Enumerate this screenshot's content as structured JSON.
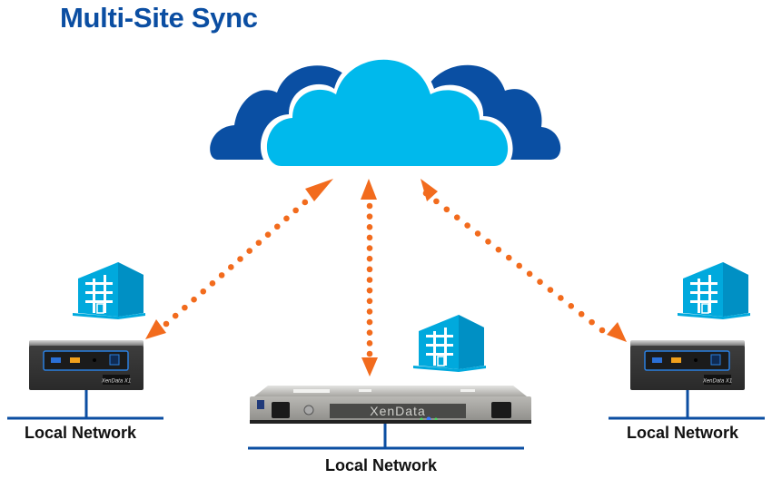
{
  "title": "Multi-Site Sync",
  "colors": {
    "title": "#0b4ea2",
    "cloud_back": "#0a4fa3",
    "cloud_front": "#00b9ec",
    "arrow": "#f26b1d",
    "building": "#00a9dd",
    "network_line": "#0b4ea2"
  },
  "cloud": {
    "name": "cloud",
    "icon": "cloud-icon"
  },
  "sites": [
    {
      "id": "left",
      "device": "mini-pc",
      "device_badge": "XenData X1",
      "icon": "building-icon",
      "network_label": "Local Network"
    },
    {
      "id": "center",
      "device": "rack-server",
      "device_badge": "XenData",
      "icon": "building-icon",
      "network_label": "Local Network"
    },
    {
      "id": "right",
      "device": "mini-pc",
      "device_badge": "XenData X1",
      "icon": "building-icon",
      "network_label": "Local Network"
    }
  ],
  "links": [
    {
      "from": "cloud",
      "to": "left",
      "style": "dotted",
      "bidirectional": true
    },
    {
      "from": "cloud",
      "to": "center",
      "style": "dotted",
      "bidirectional": true
    },
    {
      "from": "cloud",
      "to": "right",
      "style": "dotted",
      "bidirectional": true
    }
  ]
}
